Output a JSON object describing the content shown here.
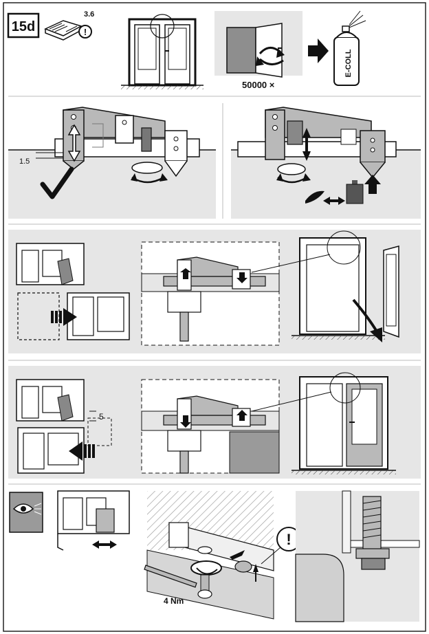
{
  "step_badge": "15d",
  "manual_ref": "3.6",
  "dimension_a": "1.5",
  "cycles_label": "50000 ×",
  "lubricant_label": "E-COLL",
  "dimension_b": "5",
  "torque_label": "4 Nm",
  "colors": {
    "panel_gray": "#e6e6e6",
    "line": "#1a1a1a",
    "part_gray": "#b9b9b9",
    "dark_gray": "#7a7a7a"
  }
}
